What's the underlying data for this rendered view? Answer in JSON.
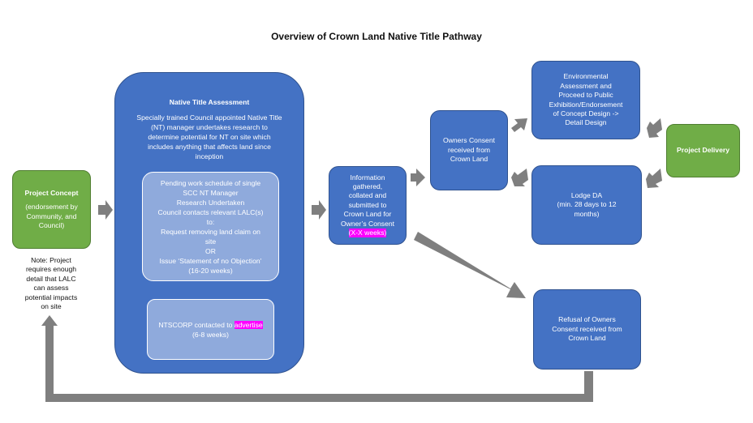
{
  "title": "Overview of Crown Land Native Title Pathway",
  "project_concept": {
    "heading": "Project Concept",
    "lines": [
      "(endorsement by",
      "Community, and",
      "Council)"
    ]
  },
  "note": {
    "lines": [
      "Note: Project",
      "requires enough",
      "detail that LALC",
      "can assess",
      "potential impacts",
      "on site"
    ]
  },
  "native_title": {
    "heading": "Native Title Assessment",
    "lines": [
      "Specially trained Council appointed Native Title",
      "(NT) manager undertakes research to",
      "determine potential for NT on site which",
      "includes anything that affects land since",
      "inception"
    ],
    "pending": {
      "lines": [
        "Pending work schedule of single",
        "SCC NT Manager",
        "Research Undertaken",
        "Council contacts relevant LALC(s)",
        "to:",
        "Request removing land claim on",
        "site",
        "OR",
        "Issue ‘Statement of no Objection’",
        "(16-20 weeks)"
      ]
    },
    "ntscorp": {
      "prefix": "NTSCORP contacted to ",
      "highlight": "advertise",
      "weeks": "(6-8 weeks)"
    }
  },
  "information": {
    "lines": [
      "Information",
      "gathered,",
      "collated and",
      "submitted to",
      "Crown Land for",
      "Owner’s Consent"
    ],
    "highlight": "(X-X weeks)"
  },
  "owners_consent": {
    "lines": [
      "Owners Consent",
      "received from",
      "Crown Land"
    ]
  },
  "environmental": {
    "lines": [
      "Environmental",
      "Assessment and",
      "Proceed to Public",
      "Exhibition/Endorsement",
      "of Concept Design ->",
      "Detail Design"
    ]
  },
  "lodge_da": {
    "lines": [
      "Lodge DA",
      "(min. 28 days to 12",
      "months)"
    ]
  },
  "project_delivery": {
    "heading": "Project Delivery"
  },
  "refusal": {
    "lines": [
      "Refusal of Owners",
      "Consent received from",
      "Crown Land"
    ]
  },
  "colors": {
    "box_blue": "#4472c4",
    "box_green": "#70ad47",
    "inner_box": "#8faadc",
    "arrow_grey": "#7f7f7f",
    "highlight_magenta": "#ff00ff"
  }
}
